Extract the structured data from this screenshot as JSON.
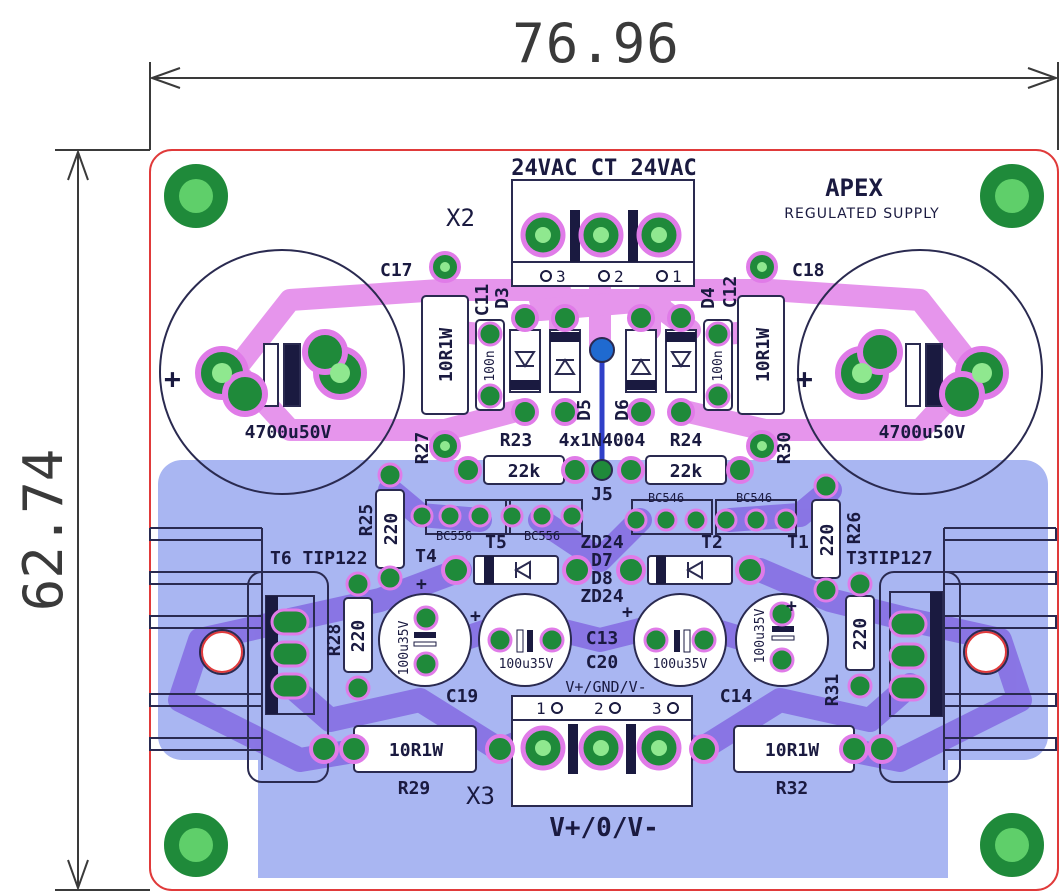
{
  "dimensions": {
    "width_label": "76.96",
    "height_label": "62.74"
  },
  "board": {
    "title": "APEX",
    "subtitle": "REGULATED SUPPLY",
    "input_label": "24VAC CT 24VAC",
    "output_label": "V+/0/V-",
    "colors": {
      "top_copper": "#e07be8",
      "bottom_copper": "#7f7fe8",
      "ground_plane": "#a9b6f2",
      "pad": "#1f8a3a",
      "edge": "#e03a3a",
      "silk": "#1a1a40"
    }
  },
  "connectors": {
    "x2": {
      "ref": "X2",
      "pins": [
        "3",
        "2",
        "1"
      ]
    },
    "x3": {
      "ref": "X3",
      "header": "V+/GND/V-",
      "pins": [
        "1",
        "2",
        "3"
      ]
    },
    "j5": {
      "ref": "J5"
    }
  },
  "big_caps": {
    "left": {
      "value": "4700u50V",
      "ref_top": "C17",
      "polarity": "+"
    },
    "right": {
      "value": "4700u50V",
      "ref_top": "C18",
      "polarity": "+"
    }
  },
  "resistors": {
    "r27": {
      "ref": "R27",
      "value": "10R1W"
    },
    "r30": {
      "ref": "R30",
      "value": "10R1W"
    },
    "r23": {
      "ref": "R23",
      "value": "22k"
    },
    "r24": {
      "ref": "R24",
      "value": "22k"
    },
    "r25": {
      "ref": "R25",
      "value": "220"
    },
    "r26": {
      "ref": "R26",
      "value": "220"
    },
    "r28": {
      "ref": "R28",
      "value": "220"
    },
    "r31": {
      "ref": "R31",
      "value": "220"
    },
    "r29": {
      "ref": "R29",
      "value": "10R1W"
    },
    "r32": {
      "ref": "R32",
      "value": "10R1W"
    }
  },
  "small_caps": {
    "c11": {
      "ref": "C11",
      "value": "100n"
    },
    "c12": {
      "ref": "C12",
      "value": "100n"
    },
    "c19": {
      "ref": "C19",
      "value": "100u35V"
    },
    "c13": {
      "ref": "C13",
      "value": "100u35V"
    },
    "c20": {
      "ref": "C20",
      "value": "100u35V"
    },
    "c14": {
      "ref": "C14",
      "value": "100u35V"
    }
  },
  "diodes": {
    "refs": [
      "D3",
      "D5",
      "D6",
      "D4"
    ],
    "bridge_label": "4x1N4004",
    "zener_top": "ZD24",
    "zener_top_ref": "D7",
    "zener_bot_ref": "D8",
    "zener_bot": "ZD24"
  },
  "transistors": {
    "t4": {
      "ref": "T4",
      "type": "BC556"
    },
    "t5": {
      "ref": "T5",
      "type": "BC556"
    },
    "t2": {
      "ref": "T2",
      "type": "BC546"
    },
    "t1": {
      "ref": "T1",
      "type": "BC546"
    },
    "t6": {
      "ref": "T6",
      "type": "TIP122"
    },
    "t3": {
      "ref": "T3",
      "type": "TIP127"
    }
  }
}
